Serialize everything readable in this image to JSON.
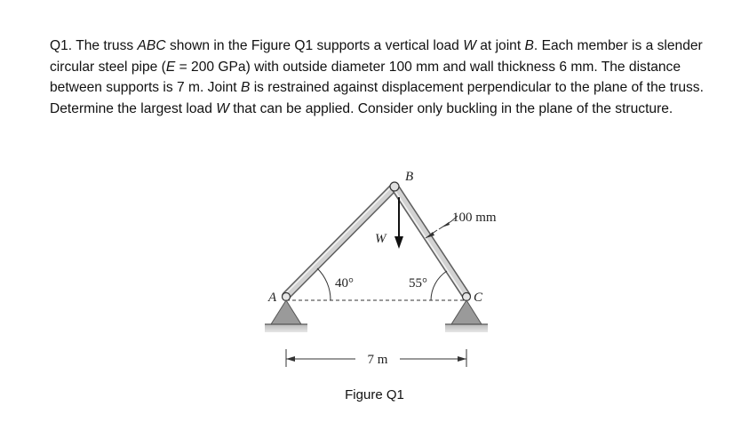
{
  "question": {
    "number": "Q1.",
    "seg1": " The truss ",
    "truss_name": "ABC",
    "seg2": " shown in the Figure Q1 supports a vertical load ",
    "load1": "W",
    "seg3": " at joint ",
    "joint1": "B",
    "seg4": ". Each member is a slender circular steel pipe (",
    "modulus_symbol": "E",
    "seg5": " = 200 GPa) with outside diameter 100 mm and wall thickness 6 mm. The distance between supports is 7 m. Joint ",
    "joint2": "B",
    "seg6": " is restrained against displacement perpendicular to the plane of the truss. Determine the largest load ",
    "load2": "W",
    "seg7": " that can be applied. Consider only buckling in the plane of the structure."
  },
  "figure": {
    "joint_a": "A",
    "joint_b": "B",
    "joint_c": "C",
    "load_label": "W",
    "angle_a": "40°",
    "angle_c": "55°",
    "diameter_label": "100 mm",
    "span_label": "7 m",
    "colors": {
      "member_fill": "#d4d4d4",
      "member_edge": "#6a6a6a",
      "support": "#9a9a9a"
    }
  },
  "caption": "Figure Q1"
}
